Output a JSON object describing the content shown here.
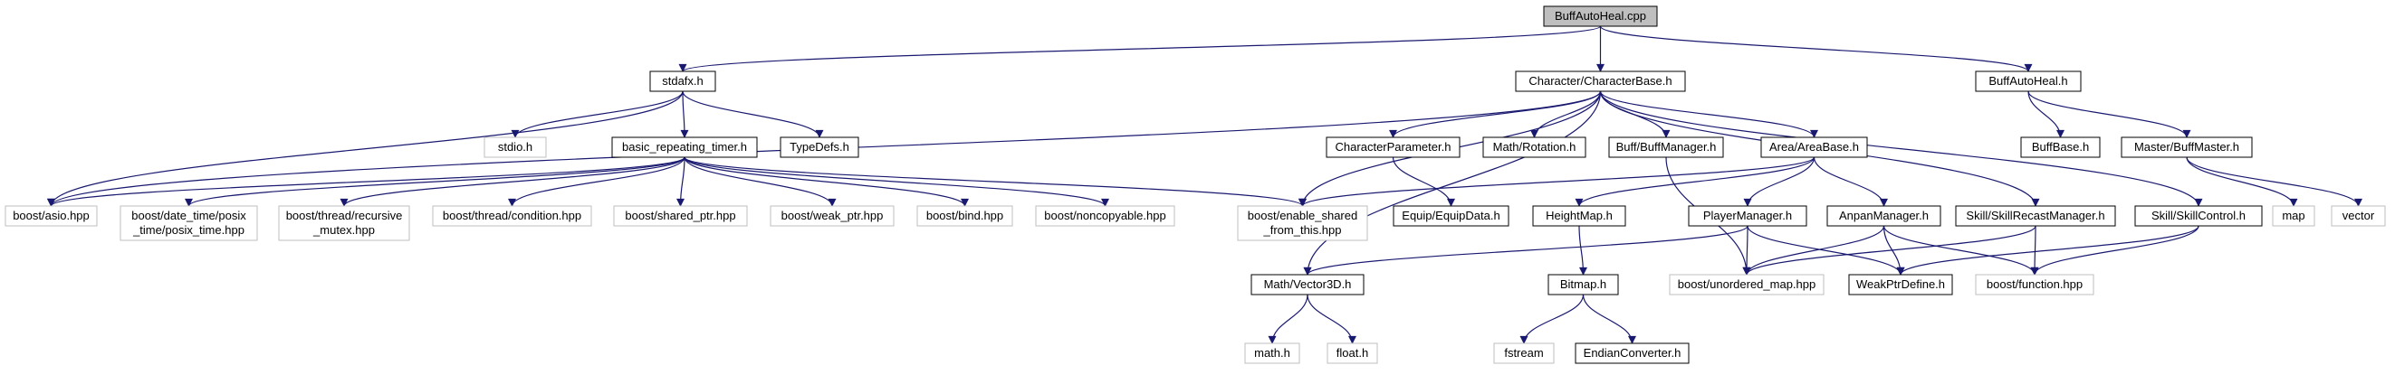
{
  "title": "BuffAutoHeal.cpp",
  "colors": {
    "edge": "#191970",
    "node_border": "#000000",
    "external_border": "#bfbfbf",
    "root_fill": "#bfbfbf",
    "node_fill": "#ffffff",
    "text": "#000000"
  },
  "nodes": [
    {
      "id": "root",
      "lines": [
        "BuffAutoHeal.cpp"
      ],
      "kind": "root"
    },
    {
      "id": "stdafx",
      "lines": [
        "stdafx.h"
      ],
      "kind": "local"
    },
    {
      "id": "charbase",
      "lines": [
        "Character/CharacterBase.h"
      ],
      "kind": "local"
    },
    {
      "id": "buffautoheal_h",
      "lines": [
        "BuffAutoHeal.h"
      ],
      "kind": "local"
    },
    {
      "id": "stdio",
      "lines": [
        "stdio.h"
      ],
      "kind": "external"
    },
    {
      "id": "brt",
      "lines": [
        "basic_repeating_timer.h"
      ],
      "kind": "local"
    },
    {
      "id": "typedefs",
      "lines": [
        "TypeDefs.h"
      ],
      "kind": "local"
    },
    {
      "id": "charparam",
      "lines": [
        "CharacterParameter.h"
      ],
      "kind": "local"
    },
    {
      "id": "rotation",
      "lines": [
        "Math/Rotation.h"
      ],
      "kind": "local"
    },
    {
      "id": "buffmanager",
      "lines": [
        "Buff/BuffManager.h"
      ],
      "kind": "local"
    },
    {
      "id": "areabase",
      "lines": [
        "Area/AreaBase.h"
      ],
      "kind": "local"
    },
    {
      "id": "buffbase",
      "lines": [
        "BuffBase.h"
      ],
      "kind": "local"
    },
    {
      "id": "buffmaster",
      "lines": [
        "Master/BuffMaster.h"
      ],
      "kind": "local"
    },
    {
      "id": "asio",
      "lines": [
        "boost/asio.hpp"
      ],
      "kind": "external"
    },
    {
      "id": "posix",
      "lines": [
        "boost/date_time/posix",
        "_time/posix_time.hpp"
      ],
      "kind": "external"
    },
    {
      "id": "recmutex",
      "lines": [
        "boost/thread/recursive",
        "_mutex.hpp"
      ],
      "kind": "external"
    },
    {
      "id": "condition",
      "lines": [
        "boost/thread/condition.hpp"
      ],
      "kind": "external"
    },
    {
      "id": "sharedptr",
      "lines": [
        "boost/shared_ptr.hpp"
      ],
      "kind": "external"
    },
    {
      "id": "weakptr",
      "lines": [
        "boost/weak_ptr.hpp"
      ],
      "kind": "external"
    },
    {
      "id": "bind",
      "lines": [
        "boost/bind.hpp"
      ],
      "kind": "external"
    },
    {
      "id": "noncopyable",
      "lines": [
        "boost/noncopyable.hpp"
      ],
      "kind": "external"
    },
    {
      "id": "enableshared",
      "lines": [
        "boost/enable_shared",
        "_from_this.hpp"
      ],
      "kind": "external"
    },
    {
      "id": "equipdata",
      "lines": [
        "Equip/EquipData.h"
      ],
      "kind": "local"
    },
    {
      "id": "heightmap",
      "lines": [
        "HeightMap.h"
      ],
      "kind": "local"
    },
    {
      "id": "playermanager",
      "lines": [
        "PlayerManager.h"
      ],
      "kind": "local"
    },
    {
      "id": "anpanmanager",
      "lines": [
        "AnpanManager.h"
      ],
      "kind": "local"
    },
    {
      "id": "recastmanager",
      "lines": [
        "Skill/SkillRecastManager.h"
      ],
      "kind": "local"
    },
    {
      "id": "skillcontrol",
      "lines": [
        "Skill/SkillControl.h"
      ],
      "kind": "local"
    },
    {
      "id": "map",
      "lines": [
        "map"
      ],
      "kind": "external"
    },
    {
      "id": "vector",
      "lines": [
        "vector"
      ],
      "kind": "external"
    },
    {
      "id": "vector3d",
      "lines": [
        "Math/Vector3D.h"
      ],
      "kind": "local"
    },
    {
      "id": "bitmap",
      "lines": [
        "Bitmap.h"
      ],
      "kind": "local"
    },
    {
      "id": "unorderedmap",
      "lines": [
        "boost/unordered_map.hpp"
      ],
      "kind": "external"
    },
    {
      "id": "weakptrdefine",
      "lines": [
        "WeakPtrDefine.h"
      ],
      "kind": "local"
    },
    {
      "id": "function",
      "lines": [
        "boost/function.hpp"
      ],
      "kind": "external"
    },
    {
      "id": "mathh",
      "lines": [
        "math.h"
      ],
      "kind": "external"
    },
    {
      "id": "floath",
      "lines": [
        "float.h"
      ],
      "kind": "external"
    },
    {
      "id": "fstream",
      "lines": [
        "fstream"
      ],
      "kind": "external"
    },
    {
      "id": "endian",
      "lines": [
        "EndianConverter.h"
      ],
      "kind": "local"
    }
  ],
  "edges": [
    [
      "root",
      "stdafx"
    ],
    [
      "root",
      "charbase"
    ],
    [
      "root",
      "buffautoheal_h"
    ],
    [
      "stdafx",
      "stdio"
    ],
    [
      "stdafx",
      "brt"
    ],
    [
      "stdafx",
      "typedefs"
    ],
    [
      "stdafx",
      "asio"
    ],
    [
      "brt",
      "asio"
    ],
    [
      "brt",
      "posix"
    ],
    [
      "brt",
      "recmutex"
    ],
    [
      "brt",
      "condition"
    ],
    [
      "brt",
      "sharedptr"
    ],
    [
      "brt",
      "weakptr"
    ],
    [
      "brt",
      "bind"
    ],
    [
      "brt",
      "noncopyable"
    ],
    [
      "brt",
      "enableshared"
    ],
    [
      "charbase",
      "asio"
    ],
    [
      "charbase",
      "charparam"
    ],
    [
      "charbase",
      "rotation"
    ],
    [
      "charbase",
      "buffmanager"
    ],
    [
      "charbase",
      "areabase"
    ],
    [
      "charbase",
      "enableshared"
    ],
    [
      "charbase",
      "recastmanager"
    ],
    [
      "charbase",
      "skillcontrol"
    ],
    [
      "charbase",
      "vector3d"
    ],
    [
      "charparam",
      "equipdata"
    ],
    [
      "buffmanager",
      "unorderedmap"
    ],
    [
      "areabase",
      "enableshared"
    ],
    [
      "areabase",
      "heightmap"
    ],
    [
      "areabase",
      "playermanager"
    ],
    [
      "areabase",
      "anpanmanager"
    ],
    [
      "heightmap",
      "bitmap"
    ],
    [
      "bitmap",
      "fstream"
    ],
    [
      "bitmap",
      "endian"
    ],
    [
      "playermanager",
      "vector3d"
    ],
    [
      "playermanager",
      "unorderedmap"
    ],
    [
      "playermanager",
      "weakptrdefine"
    ],
    [
      "anpanmanager",
      "unorderedmap"
    ],
    [
      "anpanmanager",
      "weakptrdefine"
    ],
    [
      "anpanmanager",
      "function"
    ],
    [
      "recastmanager",
      "unorderedmap"
    ],
    [
      "recastmanager",
      "function"
    ],
    [
      "skillcontrol",
      "weakptrdefine"
    ],
    [
      "skillcontrol",
      "function"
    ],
    [
      "vector3d",
      "mathh"
    ],
    [
      "vector3d",
      "floath"
    ],
    [
      "buffautoheal_h",
      "buffbase"
    ],
    [
      "buffautoheal_h",
      "buffmaster"
    ],
    [
      "buffmaster",
      "map"
    ],
    [
      "buffmaster",
      "vector"
    ]
  ]
}
